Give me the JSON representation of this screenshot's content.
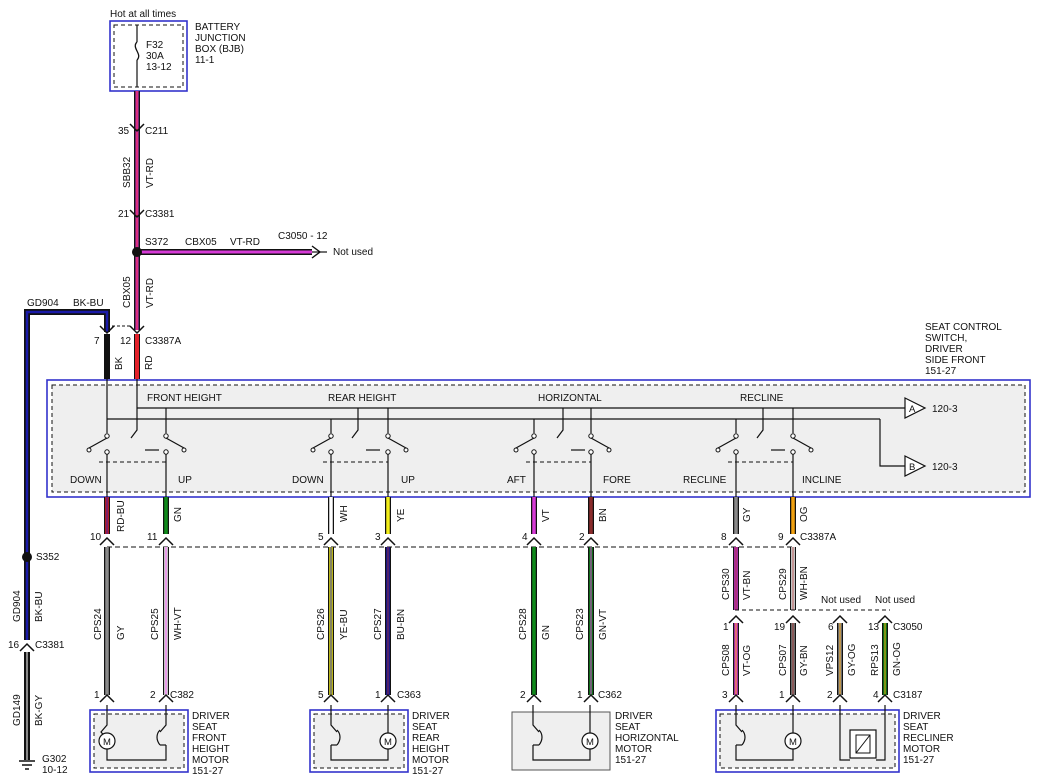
{
  "header": {
    "hot_label": "Hot at all times"
  },
  "bjb": {
    "fuse": [
      "F32",
      "30A",
      "13-12"
    ],
    "name": [
      "BATTERY",
      "JUNCTION",
      "BOX (BJB)",
      "11-1"
    ]
  },
  "feed": {
    "c211_pin": "35",
    "c211": "C211",
    "circuit": "SBB32",
    "color": "VT-RD",
    "c3381_pin": "21",
    "c3381": "C3381",
    "splice": "S372",
    "branch_circuit": "CBX05",
    "branch_color": "VT-RD",
    "branch_dest": "C3050 - 12",
    "not_used": "Not used",
    "down_circuit": "CBX05",
    "down_color": "VT-RD"
  },
  "ground_top": {
    "circuit": "GD904",
    "color": "BK-BU"
  },
  "switch_conn": {
    "pin7": "7",
    "pin12": "12",
    "name": "C3387A",
    "bk": "BK",
    "rd": "RD"
  },
  "switch_label": [
    "SEAT CONTROL",
    "SWITCH,",
    "DRIVER",
    "SIDE FRONT",
    "151-27"
  ],
  "sections": {
    "front_height": "FRONT HEIGHT",
    "rear_height": "REAR HEIGHT",
    "horizontal": "HORIZONTAL",
    "recline": "RECLINE"
  },
  "positions": {
    "down1": "DOWN",
    "up1": "UP",
    "down2": "DOWN",
    "up2": "UP",
    "aft": "AFT",
    "fore": "FORE",
    "recline": "RECLINE",
    "incline": "INCLINE"
  },
  "offpage": {
    "a": "A",
    "a_ref": "120-3",
    "b": "B",
    "b_ref": "120-3"
  },
  "out_wires": {
    "w1": {
      "pin": "10",
      "color": "RD-BU"
    },
    "w2": {
      "pin": "11",
      "color": "GN"
    },
    "w3": {
      "pin": "5",
      "color": "WH"
    },
    "w4": {
      "pin": "3",
      "color": "YE"
    },
    "w5": {
      "pin": "4",
      "color": "VT"
    },
    "w6": {
      "pin": "2",
      "color": "BN"
    },
    "w7": {
      "pin": "8",
      "color": "GY"
    },
    "w8": {
      "pin": "9",
      "color": "OG",
      "conn": "C3387A"
    }
  },
  "ground_side": {
    "splice": "S352",
    "circuit": "GD904",
    "color": "BK-BU",
    "c3381_pin": "16",
    "c3381": "C3381",
    "g_circuit": "GD149",
    "g_color": "BK-GY",
    "ground": "G302",
    "ground_ref": "10-12"
  },
  "motor_wires": {
    "m1": {
      "circuit": "CPS24",
      "color": "GY",
      "pin": "1"
    },
    "m2": {
      "circuit": "CPS25",
      "color": "WH-VT",
      "pin": "2",
      "conn": "C382"
    },
    "m3": {
      "circuit": "CPS26",
      "color": "YE-BU",
      "pin": "5"
    },
    "m4": {
      "circuit": "CPS27",
      "color": "BU-BN",
      "pin": "1",
      "conn": "C363"
    },
    "m5": {
      "circuit": "CPS28",
      "color": "GN",
      "pin": "2"
    },
    "m6": {
      "circuit": "CPS23",
      "color": "GN-VT",
      "pin": "1",
      "conn": "C362"
    }
  },
  "recliner_wires": {
    "r1": {
      "circuit": "CPS30",
      "color": "VT-BN"
    },
    "r2": {
      "circuit": "CPS29",
      "color": "WH-BN"
    },
    "c3050_pins": [
      "1",
      "19",
      "6",
      "13"
    ],
    "c3050": "C3050",
    "not_used_1": "Not used",
    "not_used_2": "Not used",
    "l1": {
      "circuit": "CPS08",
      "color": "VT-OG",
      "pin": "3"
    },
    "l2": {
      "circuit": "CPS07",
      "color": "GY-BN",
      "pin": "1"
    },
    "l3": {
      "circuit": "VPS12",
      "color": "GY-OG",
      "pin": "2"
    },
    "l4": {
      "circuit": "RPS13",
      "color": "GN-OG",
      "pin": "4",
      "conn": "C3187"
    }
  },
  "motors": {
    "front": [
      "DRIVER",
      "SEAT",
      "FRONT",
      "HEIGHT",
      "MOTOR",
      "151-27"
    ],
    "rear": [
      "DRIVER",
      "SEAT",
      "REAR",
      "HEIGHT",
      "MOTOR",
      "151-27"
    ],
    "horizontal": [
      "DRIVER",
      "SEAT",
      "HORIZONTAL",
      "MOTOR",
      "151-27"
    ],
    "recliner": [
      "DRIVER",
      "SEAT",
      "RECLINER",
      "MOTOR",
      "151-27"
    ],
    "m": "M"
  },
  "colors": {
    "VT": "#d63ad6",
    "RD": "#e3222b",
    "BK": "#111111",
    "BU": "#1a1aa8",
    "GN": "#0f8a1a",
    "YE": "#f2ee1a",
    "GY": "#8a8a8a",
    "WH": "#ffffff",
    "BN": "#8a2b2b",
    "OG": "#f0a010",
    "box": "#3333cc"
  }
}
